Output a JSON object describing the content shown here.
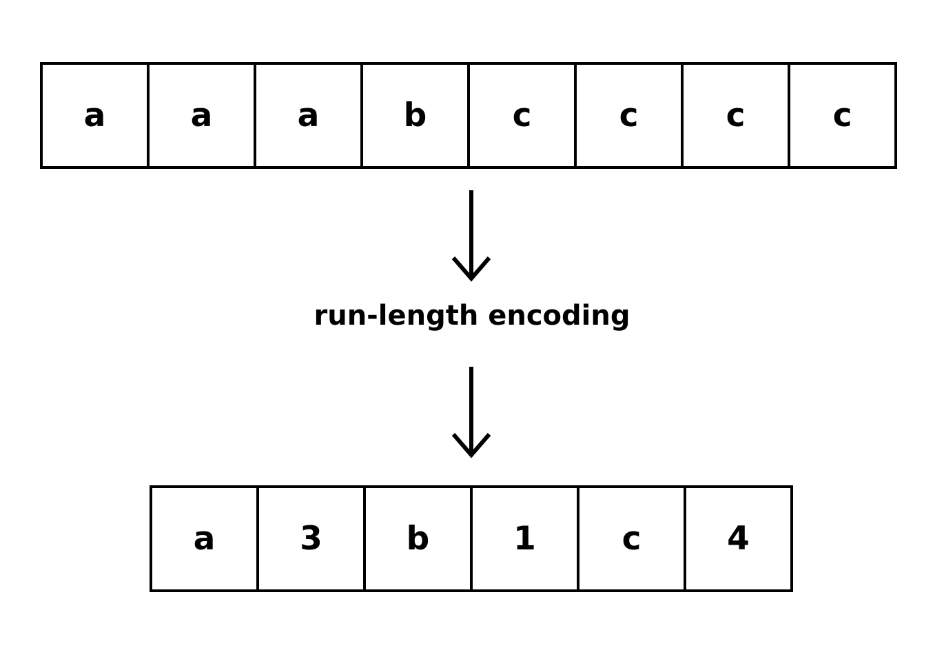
{
  "diagram": {
    "title": "run-length encoding",
    "background_color": "#ffffff",
    "stroke_color": "#000000",
    "input_row": {
      "name": "uncompressed-sequence",
      "cells": [
        {
          "value": "a"
        },
        {
          "value": "a"
        },
        {
          "value": "a"
        },
        {
          "value": "b"
        },
        {
          "value": "c"
        },
        {
          "value": "c"
        },
        {
          "value": "c"
        },
        {
          "value": "c"
        }
      ]
    },
    "output_row": {
      "name": "encoded-sequence",
      "cells": [
        {
          "value": "a"
        },
        {
          "value": "3"
        },
        {
          "value": "b"
        },
        {
          "value": "1"
        },
        {
          "value": "c"
        },
        {
          "value": "4"
        }
      ]
    },
    "arrows": [
      {
        "name": "arrow-down-upper",
        "direction": "down"
      },
      {
        "name": "arrow-down-lower",
        "direction": "down"
      }
    ],
    "caption": "run-length encoding"
  }
}
